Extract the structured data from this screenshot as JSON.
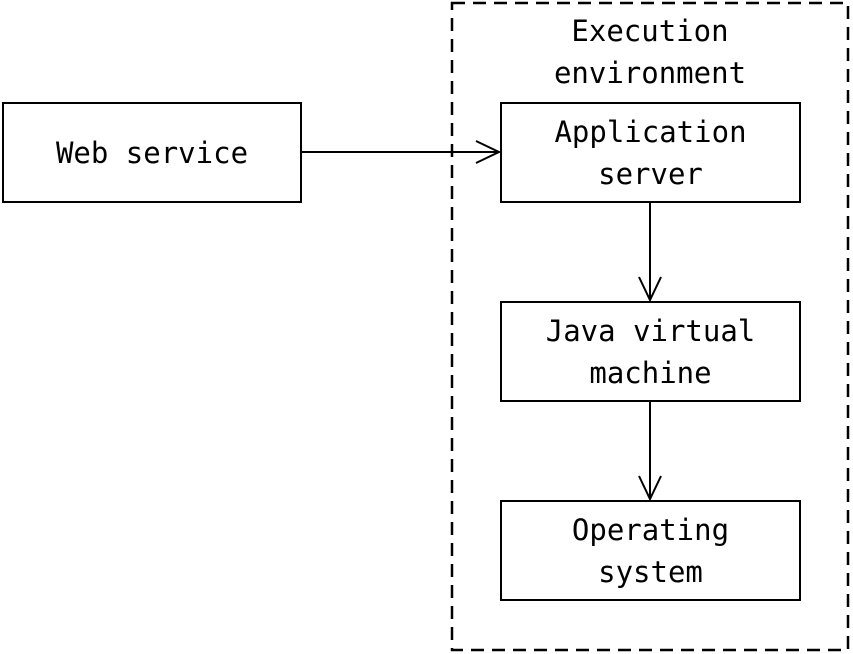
{
  "diagram": {
    "environment": {
      "title": "Execution\nenvironment"
    },
    "nodes": {
      "web_service": "Web service",
      "application_server": "Application\nserver",
      "jvm": "Java virtual\nmachine",
      "operating_system": "Operating\nsystem"
    },
    "edges": [
      {
        "from": "web_service",
        "to": "application_server"
      },
      {
        "from": "application_server",
        "to": "jvm"
      },
      {
        "from": "jvm",
        "to": "operating_system"
      }
    ]
  }
}
